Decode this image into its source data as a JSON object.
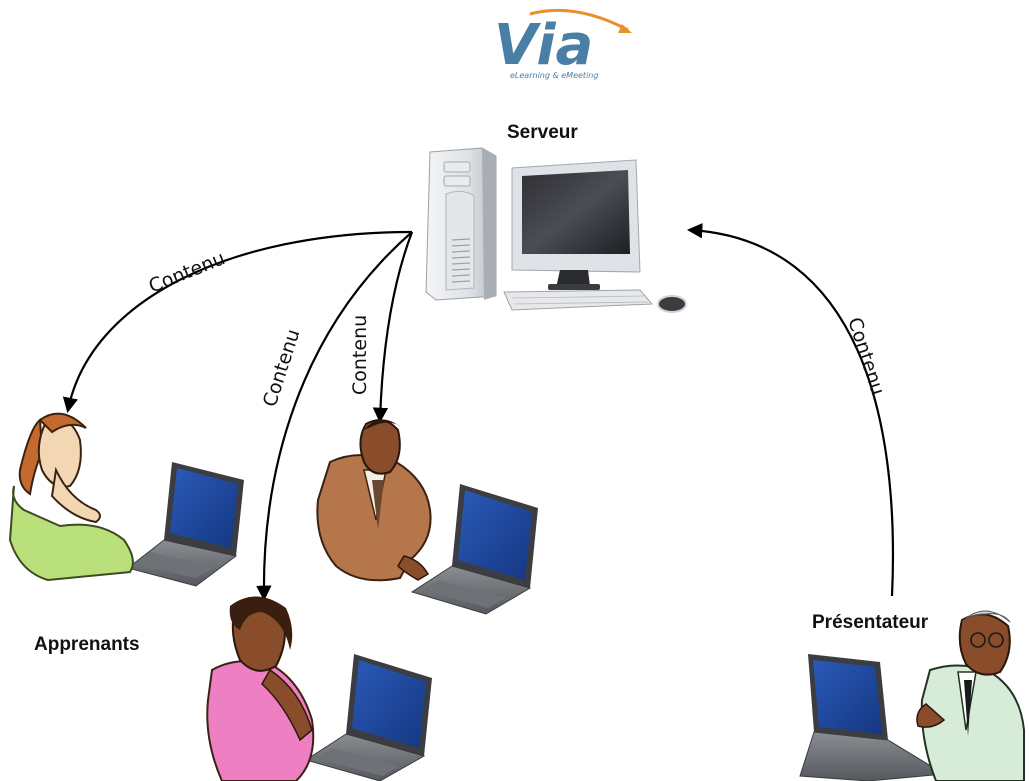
{
  "logo": {
    "word": "Via",
    "tagline": "eLearning & eMeeting"
  },
  "nodes": {
    "server": {
      "label": "Serveur"
    },
    "presenter": {
      "label": "Présentateur"
    },
    "learners": {
      "label": "Apprenants"
    }
  },
  "edges": [
    {
      "label": "Contenu"
    },
    {
      "label": "Contenu"
    },
    {
      "label": "Contenu"
    },
    {
      "label": "Contenu"
    }
  ],
  "colors": {
    "logo_blue": "#4a7fa5",
    "logo_orange": "#e8902e",
    "screen_blue": "#1b3f8f",
    "green_shirt": "#b9e07a",
    "pink_shirt": "#ee7fc3",
    "brown_suit": "#b4764a",
    "pale_green_suit": "#d6ecd8",
    "skin_light": "#f3d6b3",
    "skin_dark": "#8a4d2b"
  }
}
